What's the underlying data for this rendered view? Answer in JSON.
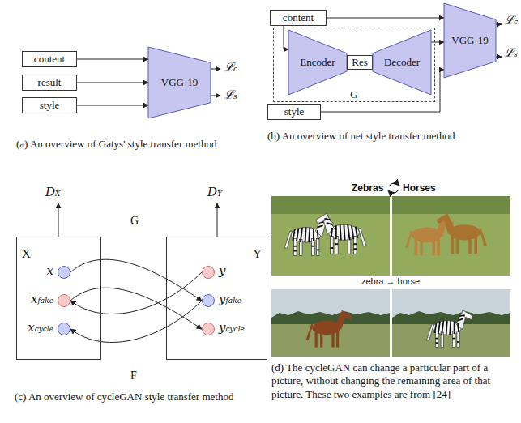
{
  "diagram": {
    "nodes": [
      {
        "text": [
          "content"
        ]
      },
      {
        "text": [
          "result"
        ]
      },
      {
        "text": [
          "style"
        ]
      },
      {
        "text": [
          "VGG-19"
        ]
      },
      {
        "text": [
          "content"
        ]
      },
      {
        "text": [
          "G"
        ]
      },
      {
        "text": [
          "Encoder"
        ],
        "in": 5
      },
      {
        "text": [
          "Res"
        ],
        "in": 5
      },
      {
        "text": [
          "Decoder"
        ],
        "in": 5
      },
      {
        "text": [
          "VGG-19"
        ]
      },
      {
        "text": [
          "style"
        ]
      },
      {
        "text": [
          "X"
        ]
      },
      {
        "text": [
          "x"
        ],
        "in": 11
      },
      {
        "text": [
          "xfake"
        ],
        "in": 11
      },
      {
        "text": [
          "xcycle"
        ],
        "in": 11
      },
      {
        "text": [
          "Y"
        ]
      },
      {
        "text": [
          "y"
        ],
        "in": 15
      },
      {
        "text": [
          "yfake"
        ],
        "in": 15
      },
      {
        "text": [
          "ycycle"
        ],
        "in": 15
      }
    ],
    "edges": [
      {
        "from": 0,
        "to": 3,
        "arrow": "to"
      },
      {
        "from": 1,
        "to": 3,
        "arrow": "to"
      },
      {
        "from": 2,
        "to": 3,
        "arrow": "to"
      },
      {
        "from": 4,
        "to": 9,
        "arrow": "to"
      },
      {
        "from": 4,
        "to": 6,
        "arrow": "to"
      },
      {
        "from": 8,
        "to": 9,
        "arrow": "to"
      },
      {
        "from": 10,
        "to": 9,
        "arrow": "to"
      },
      {
        "from": 12,
        "to": 17,
        "arrow": "to"
      },
      {
        "from": 13,
        "to": 18,
        "arrow": "to"
      },
      {
        "from": 16,
        "to": 13,
        "arrow": "to"
      },
      {
        "from": 17,
        "to": 14,
        "arrow": "to"
      }
    ],
    "labels": [
      "ℒc",
      "ℒs",
      "(a) An overview of Gatys' style transfer method",
      "ℒc",
      "ℒs",
      "(b) An overview of net style transfer method",
      "DX",
      "DY",
      "G",
      "F",
      "(c) An overview of cycleGAN style transfer method",
      "Zebras",
      "Horses",
      "zebra → horse",
      "(d) The cycleGAN can change a particular part of a picture, without changing the remaining area of that picture. These two examples are from [24]"
    ]
  }
}
